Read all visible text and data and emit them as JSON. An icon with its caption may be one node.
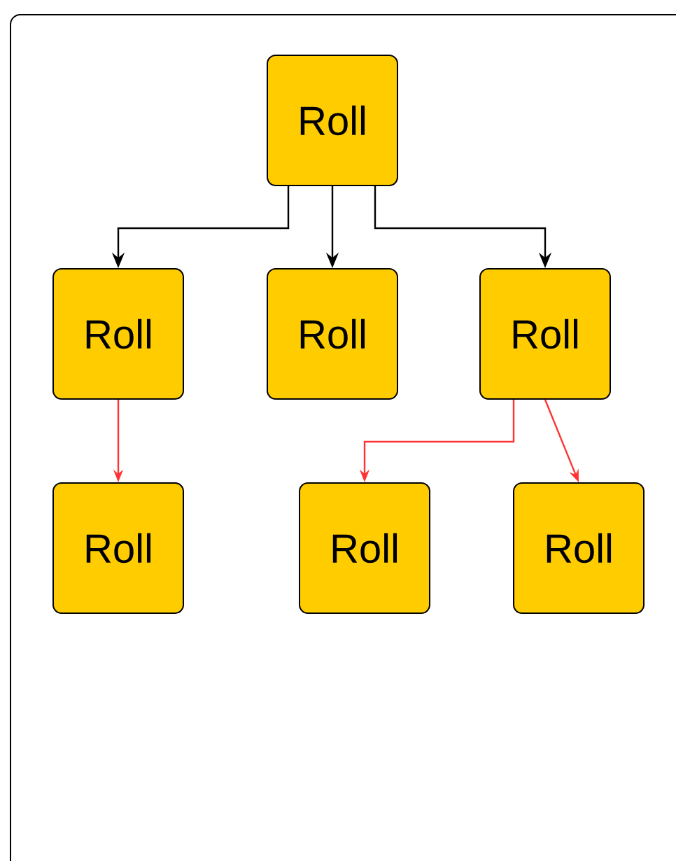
{
  "diagram": {
    "nodes": [
      {
        "text": [
          "Roll"
        ]
      },
      {
        "text": [
          "Roll"
        ]
      },
      {
        "text": [
          "Roll"
        ]
      },
      {
        "text": [
          "Roll"
        ]
      },
      {
        "text": [
          "Roll"
        ]
      },
      {
        "text": [
          "Roll"
        ]
      },
      {
        "text": [
          "Roll"
        ]
      }
    ],
    "edges": [
      {
        "from": 0,
        "to": 1,
        "arrow": "to"
      },
      {
        "from": 0,
        "to": 2,
        "arrow": "to"
      },
      {
        "from": 0,
        "to": 3,
        "arrow": "to"
      },
      {
        "from": 1,
        "to": 4,
        "arrow": "to",
        "color": "#ff3333"
      },
      {
        "from": 3,
        "to": 5,
        "arrow": "to",
        "color": "#ff3333"
      },
      {
        "from": 3,
        "to": 6,
        "arrow": "to",
        "color": "#ff3333"
      }
    ]
  }
}
